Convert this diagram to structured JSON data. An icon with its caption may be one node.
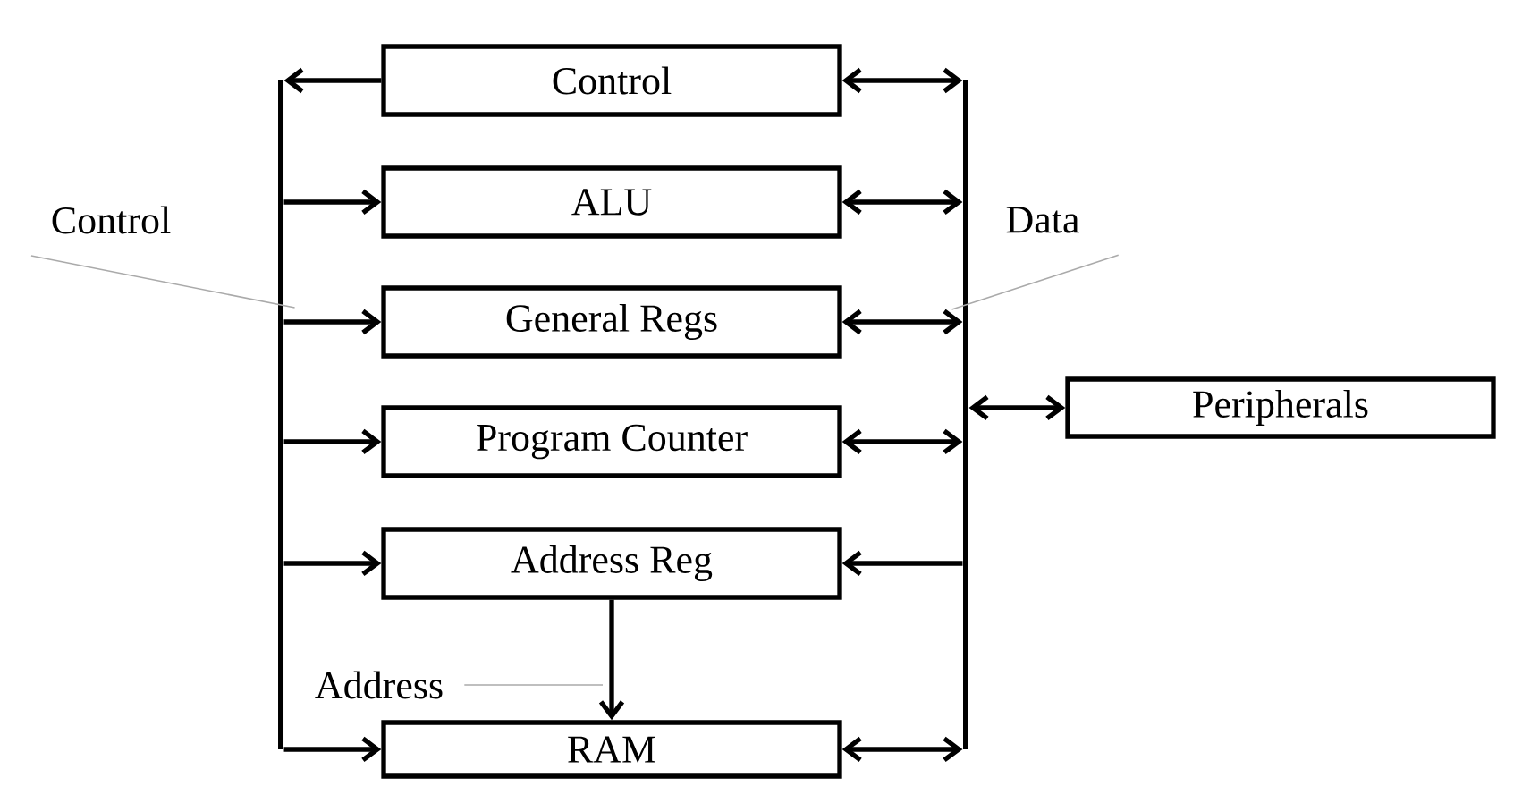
{
  "diagram": {
    "nodes": [
      {
        "text": [
          "Control"
        ]
      },
      {
        "text": [
          "ALU"
        ]
      },
      {
        "text": [
          "General Regs"
        ]
      },
      {
        "text": [
          "Program Counter"
        ]
      },
      {
        "text": [
          "Address Reg"
        ]
      },
      {
        "text": [
          "RAM"
        ]
      },
      {
        "text": [
          "Peripherals"
        ]
      },
      {
        "text": [],
        "shape": "bar"
      },
      {
        "text": [],
        "shape": "bar"
      },
      {
        "text": [
          "Control"
        ]
      },
      {
        "text": [
          "Data"
        ]
      },
      {
        "text": [
          "Address"
        ]
      }
    ],
    "edges": [
      {
        "from": 0,
        "to": 7,
        "arrow": "to"
      },
      {
        "from": 7,
        "to": 1,
        "arrow": "to"
      },
      {
        "from": 7,
        "to": 2,
        "arrow": "to"
      },
      {
        "from": 7,
        "to": 3,
        "arrow": "to"
      },
      {
        "from": 7,
        "to": 4,
        "arrow": "to"
      },
      {
        "from": 7,
        "to": 5,
        "arrow": "to"
      },
      {
        "from": 0,
        "to": 8,
        "arrow": "both"
      },
      {
        "from": 1,
        "to": 8,
        "arrow": "both"
      },
      {
        "from": 2,
        "to": 8,
        "arrow": "both"
      },
      {
        "from": 3,
        "to": 8,
        "arrow": "both"
      },
      {
        "from": 8,
        "to": 4,
        "arrow": "to"
      },
      {
        "from": 5,
        "to": 8,
        "arrow": "both"
      },
      {
        "from": 6,
        "to": 8,
        "arrow": "both"
      },
      {
        "from": 4,
        "to": 5,
        "arrow": "to"
      },
      {
        "from": 9,
        "to": 7,
        "arrow": "none",
        "color": "#aaaaaa"
      },
      {
        "from": 10,
        "to": 8,
        "arrow": "none",
        "color": "#aaaaaa"
      },
      {
        "from": 11,
        "to": null,
        "arrow": "none",
        "color": "#aaaaaa"
      }
    ]
  }
}
